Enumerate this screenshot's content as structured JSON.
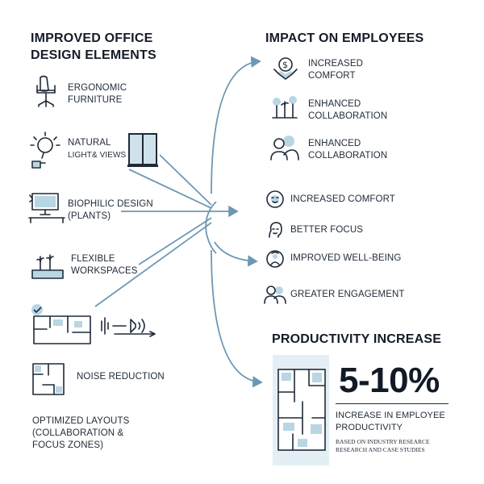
{
  "left": {
    "title_line1": "IMPROVED OFFICE",
    "title_line2": "DESIGN ELEMENTS",
    "items": [
      {
        "icon": "chair-icon",
        "line1": "ERGONOMIC",
        "line2": "FURNITURE"
      },
      {
        "icon": "window-icon",
        "line1": "NATURAL",
        "line2": "LIGHT& VIEWS"
      },
      {
        "icon": "monitor-plant-icon",
        "line1": "BIOPHILIC DESIGN",
        "line2": "(PLANTS)"
      },
      {
        "icon": "planter-icon",
        "line1": "FLEXIBLE",
        "line2": "WORKSPACES"
      },
      {
        "icon": "floorplan-sound-icon",
        "line1": "",
        "line2": ""
      },
      {
        "icon": "floorplan-icon",
        "line1": "NOISE REDUCTION",
        "line2": ""
      }
    ],
    "optimized_line1": "OPTIMIZED LAYOUTS",
    "optimized_line2": "(COLLABORATION &",
    "optimized_line3": "FOCUS ZONES)"
  },
  "right": {
    "title": "IMPACT ON EMPLOYEES",
    "group_top": [
      {
        "icon": "money-hands-icon",
        "line1": "INCREASED",
        "line2": "COMFORT"
      },
      {
        "icon": "plants-icon",
        "line1": "ENHANCED",
        "line2": "COLLABORATION"
      },
      {
        "icon": "people-icon",
        "line1": "ENHANCED",
        "line2": "COLLABORATION"
      }
    ],
    "group_bottom": [
      {
        "icon": "face-icon",
        "label": "INCREASED COMFORT"
      },
      {
        "icon": "head-icon",
        "label": "BETTER FOCUS"
      },
      {
        "icon": "wellbeing-icon",
        "label": "IMPROVED WELL-BEING"
      },
      {
        "icon": "pair-icon",
        "label": "GREATER ENGAGEMENT"
      }
    ]
  },
  "productivity": {
    "title": "PRODUCTIVITY INCREASE",
    "value": "5-10%",
    "desc_line1": "INCREASE IN EMPLOYEE",
    "desc_line2": "PRODUCTIVITY",
    "source_line1": "BASED ON INDUSTRY RESEARCE",
    "source_line2": "RESEARCH AND CASE STUDIES"
  },
  "colors": {
    "arrow": "#6e98b2",
    "accent": "#b9d6e3",
    "panel": "#e3eff5",
    "ink": "#1f2a38"
  }
}
